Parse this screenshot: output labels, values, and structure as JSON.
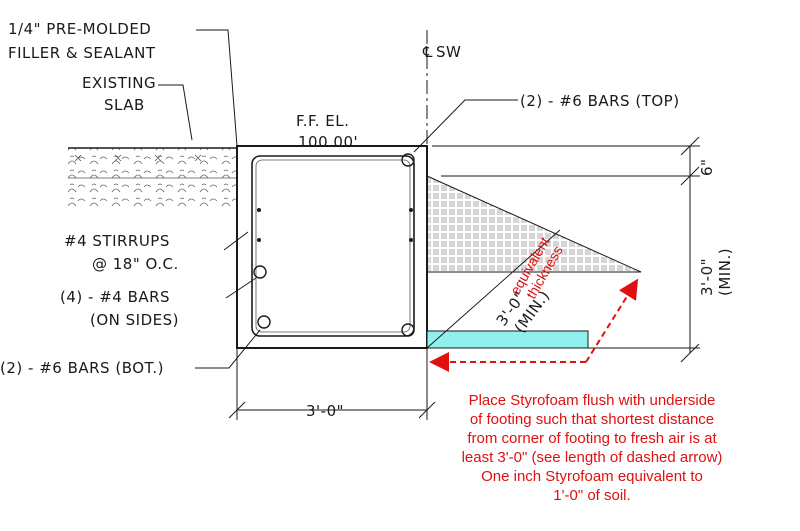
{
  "labels": {
    "filler": [
      "1/4\" PRE-MOLDED",
      "FILLER & SEALANT"
    ],
    "slab": [
      "EXISTING",
      "SLAB"
    ],
    "ffel": [
      "F.F. EL.",
      "100.00'"
    ],
    "centerline": "SW",
    "top_bars": "(2) - #6 BARS (TOP)",
    "stirrups": [
      "#4 STIRRUPS",
      "@ 18\" O.C."
    ],
    "side_bars": [
      "(4) - #4 BARS",
      "(ON SIDES)"
    ],
    "bot_bars": "(2) - #6 BARS (BOT.)",
    "dim_six": "6\"",
    "dim_depth": [
      "3'-0\"",
      "(MIN.)"
    ],
    "dim_width": "3'-0\"",
    "dim_diag": [
      "3'-0\"",
      "(MIN.)"
    ],
    "equiv": [
      "equivalent",
      "thickness"
    ]
  },
  "note": [
    "Place  Styrofoam flush with underside",
    "of footing such that shortest distance",
    "from corner of footing to fresh air is at",
    "least 3'-0\" (see length of dashed arrow)",
    "One inch Styrofoam equivalent to",
    "1'-0\" of soil."
  ],
  "colors": {
    "ink": "#1a1a1a",
    "annotation": "#e01010",
    "styrofoam": "#8ff0ee"
  }
}
